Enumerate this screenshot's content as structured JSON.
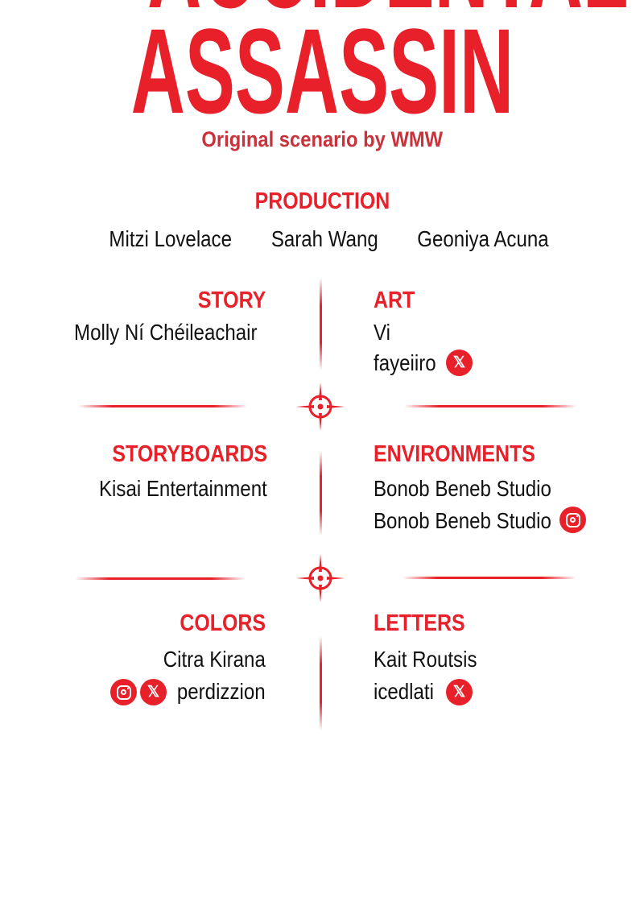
{
  "title": {
    "line1": "ACCIDENTAL",
    "line2": "ASSASSIN"
  },
  "subtitle": "Original scenario by WMW",
  "production": {
    "heading": "PRODUCTION",
    "names": [
      "Mitzi Lovelace",
      "Sarah Wang",
      "Geoniya Acuna"
    ]
  },
  "story": {
    "heading": "STORY",
    "names": [
      "Molly Ní Chéileachair"
    ]
  },
  "art": {
    "heading": "ART",
    "names": [
      "Vi",
      "fayeiiro"
    ],
    "icons": [
      "x-icon"
    ]
  },
  "storyboards": {
    "heading": "STORYBOARDS",
    "names": [
      "Kisai Entertainment"
    ]
  },
  "environments": {
    "heading": "ENVIRONMENTS",
    "names": [
      "Bonob Beneb Studio",
      "Bonob Beneb Studio"
    ],
    "icons": [
      "instagram-icon"
    ]
  },
  "colors": {
    "heading": "COLORS",
    "names": [
      "Citra Kirana",
      "perdizzion"
    ],
    "icons": [
      "instagram-icon",
      "x-icon"
    ]
  },
  "letters": {
    "heading": "LETTERS",
    "names": [
      "Kait Routsis",
      "icedlati"
    ],
    "icons": [
      "x-icon"
    ]
  },
  "icon_glyphs": {
    "x": "𝕏"
  },
  "accent": "#e8202a"
}
